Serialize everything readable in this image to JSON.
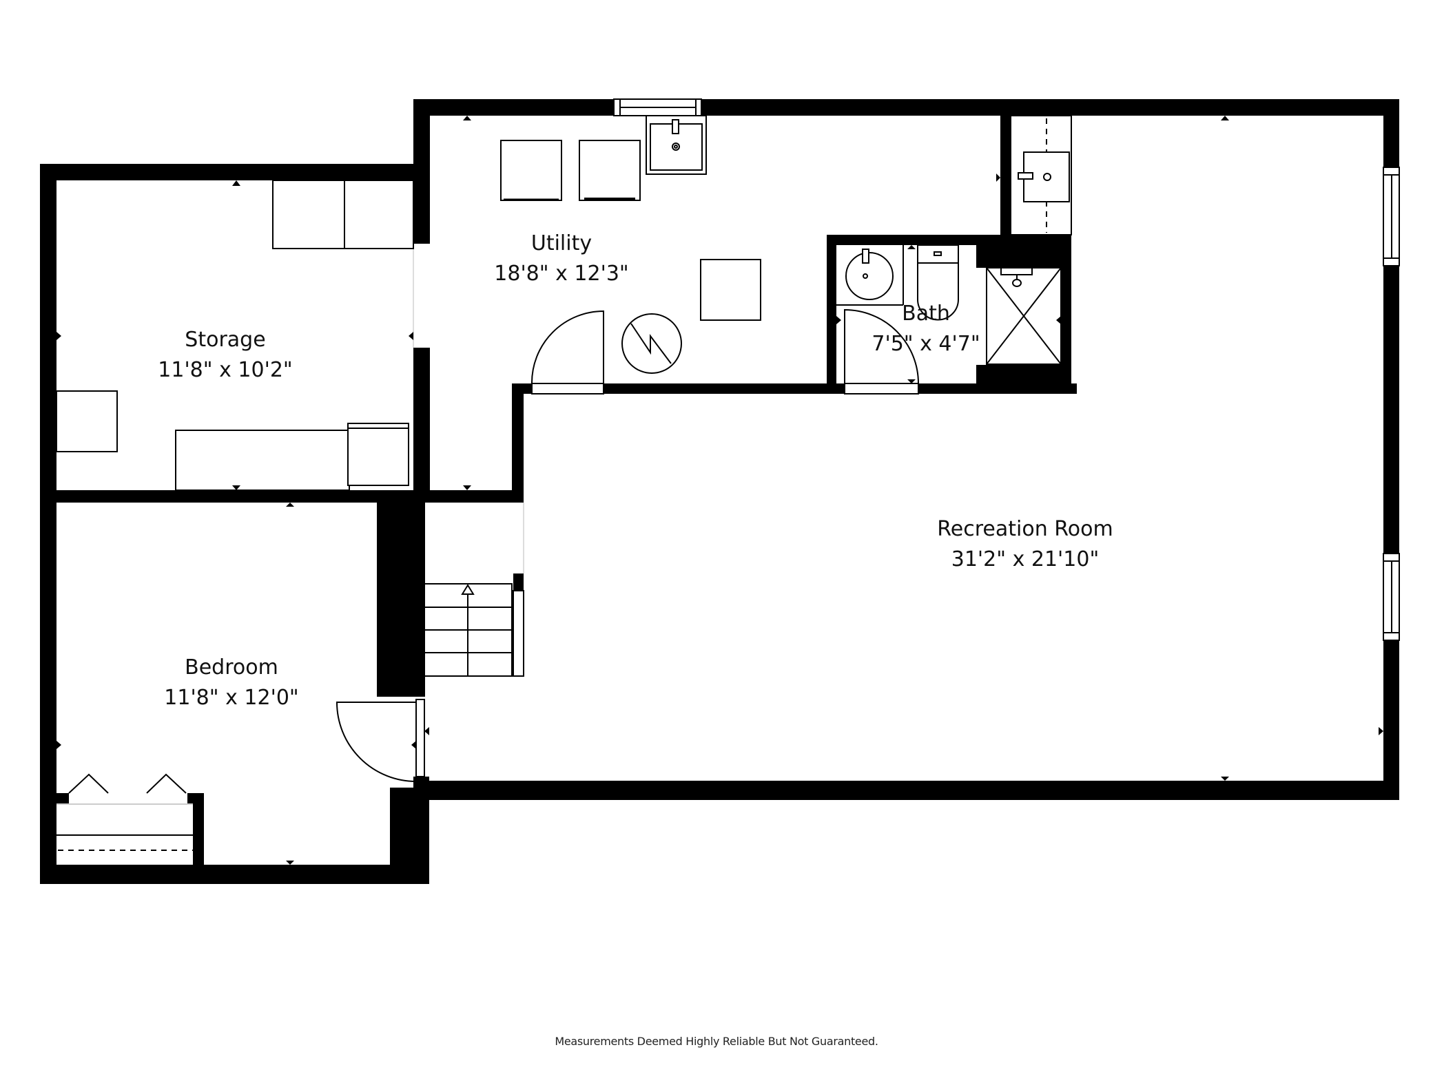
{
  "floorplan": {
    "rooms": [
      {
        "id": "storage",
        "name": "Storage",
        "dimensions": "11'8\" x 10'2\""
      },
      {
        "id": "utility",
        "name": "Utility",
        "dimensions": "18'8\" x 12'3\""
      },
      {
        "id": "bath",
        "name": "Bath",
        "dimensions": "7'5\" x 4'7\""
      },
      {
        "id": "bedroom",
        "name": "Bedroom",
        "dimensions": "11'8\" x 12'0\""
      },
      {
        "id": "recreation",
        "name": "Recreation Room",
        "dimensions": "31'2\" x 21'10\""
      }
    ],
    "fixtures": [
      "washer",
      "dryer",
      "utility-sink",
      "water-heater",
      "furnace",
      "wet-bar-sink",
      "bath-sink",
      "toilet",
      "shower",
      "stairs-up",
      "closet-bifold-doors",
      "windows",
      "doors"
    ],
    "colors": {
      "wall": "#000000",
      "background": "#ffffff",
      "text": "#111111"
    }
  },
  "footer": {
    "disclaimer": "Measurements Deemed Highly Reliable But Not Guaranteed."
  }
}
